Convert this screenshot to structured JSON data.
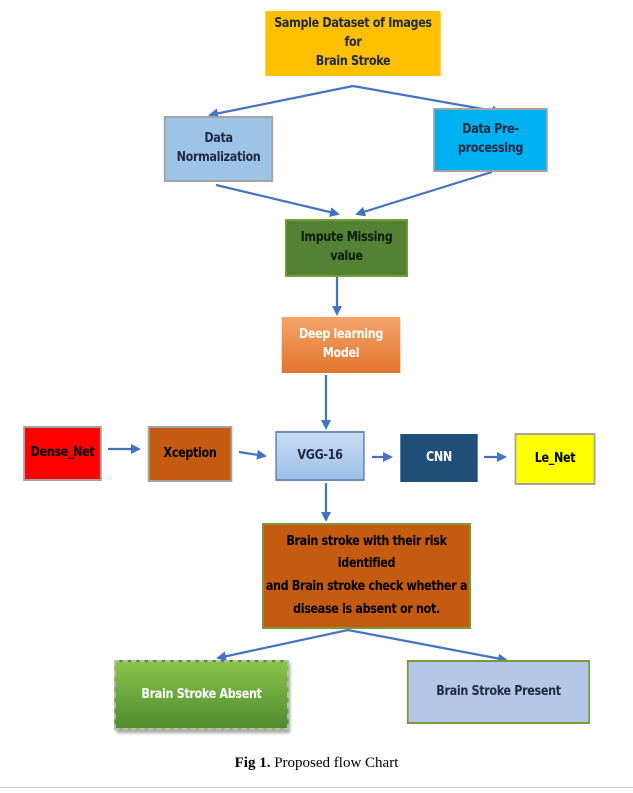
{
  "nodes": {
    "dataset": [
      "Sample Dataset of Images for",
      "Brain Stroke"
    ],
    "normalization": [
      "Data",
      "Normalization"
    ],
    "preprocessing": "Data Pre-processing",
    "impute": "Impute Missing value",
    "deep_learning": "Deep learning Model",
    "dense_net": "Dense_Net",
    "xception": "Xception",
    "vgg16": "VGG-16",
    "cnn": "CNN",
    "le_net": "Le_Net",
    "risk": [
      "Brain stroke with their risk identified",
      "and Brain stroke check whether a",
      "disease is absent or not."
    ],
    "absent": "Brain Stroke Absent",
    "present": "Brain Stroke Present"
  },
  "caption": {
    "label": "Fig 1.",
    "text": " Proposed flow Chart"
  },
  "colors": {
    "arrow": "#4472c4"
  }
}
